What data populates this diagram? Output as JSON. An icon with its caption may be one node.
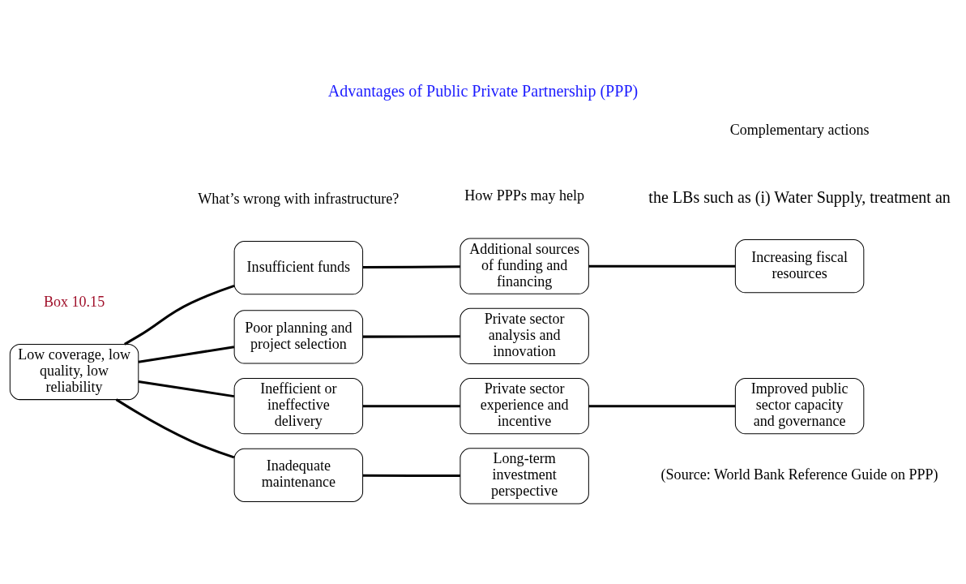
{
  "diagram": {
    "title": "Advantages of Public Private Partnership (PPP)",
    "nodes": [
      {
        "text": [
          "Low coverage, low quality, low reliability"
        ]
      },
      {
        "text": [
          "Insufficient funds"
        ]
      },
      {
        "text": [
          "Additional sources of funding and financing"
        ]
      },
      {
        "text": [
          "Increasing fiscal resources"
        ]
      },
      {
        "text": [
          "Poor planning and project selection"
        ]
      },
      {
        "text": [
          "Private sector analysis and innovation"
        ]
      },
      {
        "text": [
          "Inefficient or ineffective delivery"
        ]
      },
      {
        "text": [
          "Private sector experience and incentive"
        ]
      },
      {
        "text": [
          "Improved public sector capacity and governance"
        ]
      },
      {
        "text": [
          "Inadequate maintenance"
        ]
      },
      {
        "text": [
          "Long-term investment perspective"
        ]
      }
    ],
    "edges": [
      {
        "from": 0,
        "to": 1,
        "arrow": "none"
      },
      {
        "from": 0,
        "to": 4,
        "arrow": "none"
      },
      {
        "from": 0,
        "to": 6,
        "arrow": "none"
      },
      {
        "from": 0,
        "to": 9,
        "arrow": "none"
      },
      {
        "from": 1,
        "to": 2,
        "arrow": "none"
      },
      {
        "from": 2,
        "to": 3,
        "arrow": "none"
      },
      {
        "from": 4,
        "to": 5,
        "arrow": "none"
      },
      {
        "from": 6,
        "to": 7,
        "arrow": "none"
      },
      {
        "from": 7,
        "to": 8,
        "arrow": "none"
      },
      {
        "from": 9,
        "to": 10,
        "arrow": "none"
      }
    ],
    "labels": [
      "the LBs such as (i) Water Supply, treatment an",
      "Box 10.15",
      "What’s wrong with infrastructure?",
      "How PPPs may help",
      "Complementary actions",
      "(Source: World Bank Reference Guide on PPP)"
    ]
  }
}
